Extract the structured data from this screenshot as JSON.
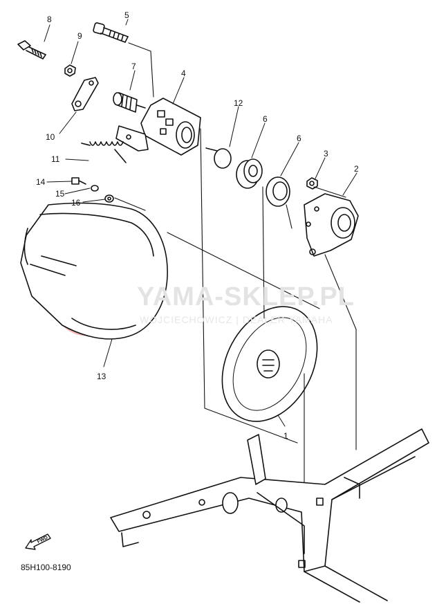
{
  "labels": {
    "p1": "1",
    "p2": "2",
    "p3": "3",
    "p4": "4",
    "p5": "5",
    "p6a": "6",
    "p6b": "6",
    "p7": "7",
    "p8": "8",
    "p9": "9",
    "p10": "10",
    "p11": "11",
    "p12": "12",
    "p13": "13",
    "p14": "14",
    "p15": "15",
    "p16": "16"
  },
  "watermark": {
    "title": "YAMA-SKLEP.PL",
    "subtitle": "WOJCIECHOWICZ | DEALER YAMAHA"
  },
  "diagram_code": "85H100-8190",
  "fwd_label": "FWD"
}
